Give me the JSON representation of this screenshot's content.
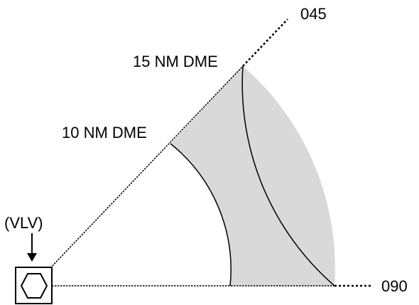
{
  "diagram": {
    "radial_label": "045",
    "axis_label": "090",
    "outer_arc_label": "15 NM DME",
    "inner_arc_label": "10 NM DME",
    "station_label": "(VLV)"
  },
  "colors": {
    "line": "#000000",
    "fill": "#d9d9d9",
    "background": "#ffffff"
  },
  "icons": {
    "station": "vor-dme-icon",
    "pointer": "down-arrow-icon"
  }
}
